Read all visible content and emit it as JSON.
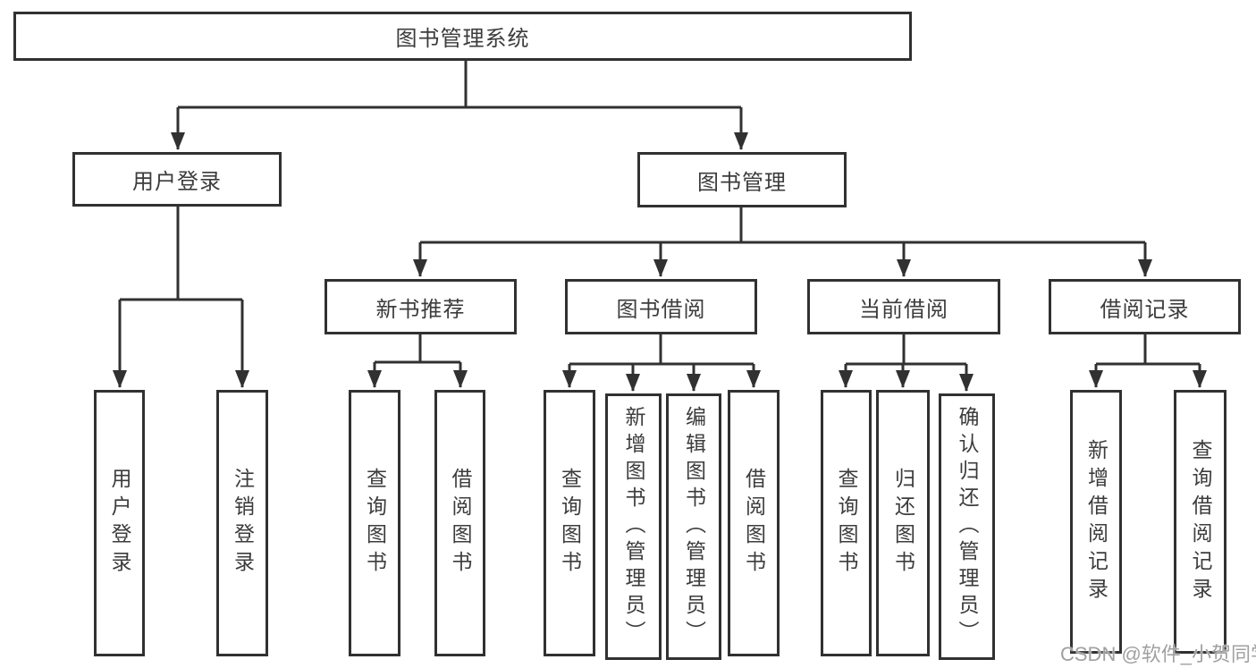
{
  "diagram": {
    "title": "图书管理系统",
    "tree": {
      "root": {
        "label": "图书管理系统",
        "children": [
          {
            "label": "用户登录",
            "children": [
              {
                "label": "用户登录"
              },
              {
                "label": "注销登录"
              }
            ]
          },
          {
            "label": "图书管理",
            "children": [
              {
                "label": "新书推荐",
                "children": [
                  {
                    "label": "查询图书"
                  },
                  {
                    "label": "借阅图书"
                  }
                ]
              },
              {
                "label": "图书借阅",
                "children": [
                  {
                    "label": "查询图书"
                  },
                  {
                    "label": "新增图书（管理员）"
                  },
                  {
                    "label": "编辑图书（管理员）"
                  },
                  {
                    "label": "借阅图书"
                  }
                ]
              },
              {
                "label": "当前借阅",
                "children": [
                  {
                    "label": "查询图书"
                  },
                  {
                    "label": "归还图书"
                  },
                  {
                    "label": "确认归还（管理员）"
                  }
                ]
              },
              {
                "label": "借阅记录",
                "children": [
                  {
                    "label": "新增借阅记录"
                  },
                  {
                    "label": "查询借阅记录"
                  }
                ]
              }
            ]
          }
        ]
      }
    },
    "colors": {
      "line": "#313131",
      "text": "#3c3c3c",
      "background": "#ffffff"
    }
  },
  "watermark": {
    "text": "CSDN @软件_小贺同学",
    "color": "#a0a0a0"
  }
}
